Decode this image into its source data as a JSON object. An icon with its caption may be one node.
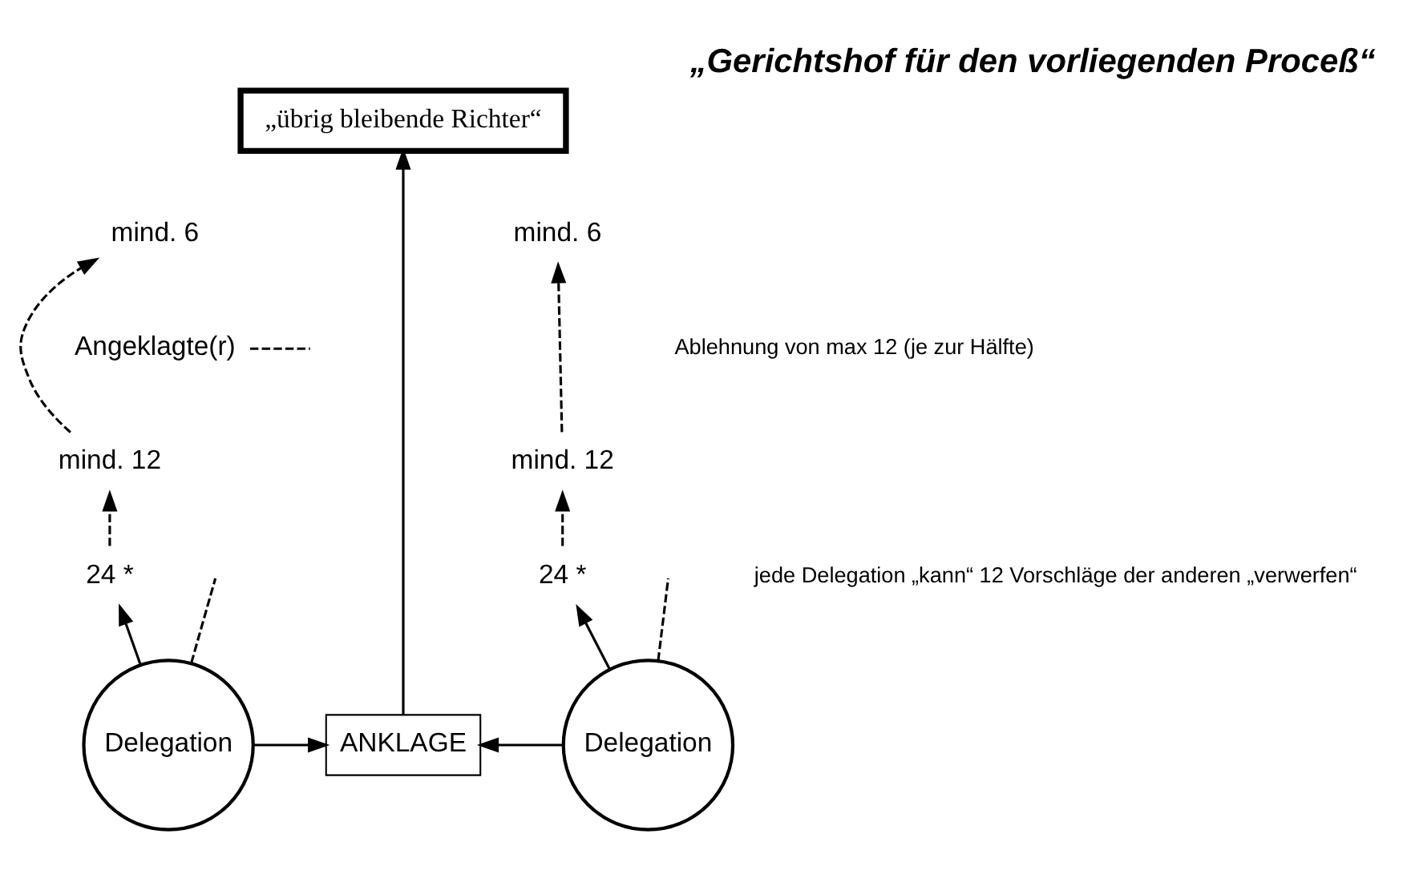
{
  "diagram": {
    "title": "„Gerichtshof für den vorliegenden Proceß“",
    "nodes": [
      {
        "text": [
          "„übrig bleibende Richter“"
        ]
      },
      {
        "text": [
          "mind. 6"
        ]
      },
      {
        "text": [
          "mind. 6"
        ]
      },
      {
        "text": [
          "Angeklagte(r)"
        ]
      },
      {
        "text": [
          "mind. 12"
        ]
      },
      {
        "text": [
          "mind. 12"
        ]
      },
      {
        "text": [
          "24 *"
        ]
      },
      {
        "text": [
          "24 *"
        ]
      },
      {
        "text": [
          "Delegation"
        ]
      },
      {
        "text": [
          "Delegation"
        ]
      },
      {
        "text": [
          "ANKLAGE"
        ]
      }
    ],
    "edges": [
      {
        "from": 6,
        "to": 4,
        "arrow": "to",
        "style": "dashed"
      },
      {
        "from": 4,
        "to": 1,
        "arrow": "to",
        "style": "dashed"
      },
      {
        "from": 7,
        "to": 5,
        "arrow": "to",
        "style": "dashed"
      },
      {
        "from": 5,
        "to": 2,
        "arrow": "to",
        "style": "dashed"
      },
      {
        "from": 8,
        "to": 6,
        "arrow": "to"
      },
      {
        "from": 9,
        "to": 7,
        "arrow": "to"
      },
      {
        "from": 8,
        "to": 10,
        "arrow": "to"
      },
      {
        "from": 9,
        "to": 10,
        "arrow": "to"
      },
      {
        "from": 10,
        "to": 0,
        "arrow": "to"
      },
      {
        "from": 3,
        "to": null,
        "arrow": "none",
        "style": "dashed"
      },
      {
        "from": 8,
        "to": null,
        "arrow": "none",
        "style": "dashed"
      },
      {
        "from": 9,
        "to": null,
        "arrow": "none",
        "style": "dashed"
      }
    ],
    "labels": [
      "Ablehnung von max 12 (je zur Hälfte)",
      "jede Delegation „kann“ 12 Vorschläge der anderen „verwerfen“"
    ]
  }
}
